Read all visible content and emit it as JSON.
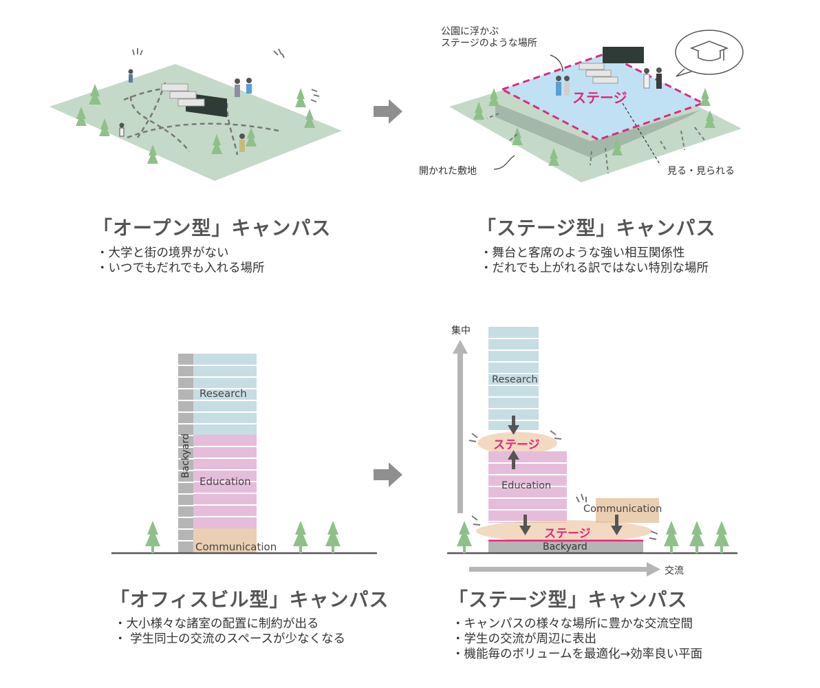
{
  "panels": {
    "open": {
      "title": "「オープン型」キャンパス",
      "bullets": [
        "・大学と街の境界がない",
        "・いつでもだれでも入れる場所"
      ]
    },
    "stage_top": {
      "title": "「ステージ型」キャンパス",
      "bullets": [
        "・舞台と客席のような強い相互関係性",
        "・だれでも上がれる訳ではない特別な場所"
      ],
      "callout": [
        "公園に浮かぶ",
        "ステージのような場所"
      ],
      "stage_label": "ステージ",
      "site_label": "開かれた敷地",
      "view_label": "見る・見られる"
    },
    "office": {
      "title": "「オフィスビル型」キャンパス",
      "bullets": [
        "・大小様々な諸室の配置に制約が出る",
        "・ 学生同士の交流のスペースが少なくなる"
      ],
      "research": "Research",
      "education": "Education",
      "communication": "Communication",
      "backyard": "Backyard"
    },
    "stage_bottom": {
      "title": "「ステージ型」キャンパス",
      "bullets": [
        "・キャンパスの様々な場所に豊かな交流空間",
        "・学生の交流が周辺に表出",
        "・機能毎のボリュームを最適化→効率良い平面"
      ],
      "research": "Research",
      "education": "Education",
      "communication": "Communication",
      "backyard": "Backyard",
      "stage_upper": "ステージ",
      "stage_lower": "ステージ",
      "axis_y": "集中",
      "axis_x": "交流"
    }
  },
  "colors": {
    "ground": "#c4d9c8",
    "tree": "#8fc08a",
    "stage_blue": "#bfe1f3",
    "magenta": "#e0287d",
    "research": "#c7dde4",
    "education": "#e5bddb",
    "communication": "#ebcfb3",
    "backyard": "#b5b5b5",
    "arrow_gray": "#8f8f8f"
  }
}
